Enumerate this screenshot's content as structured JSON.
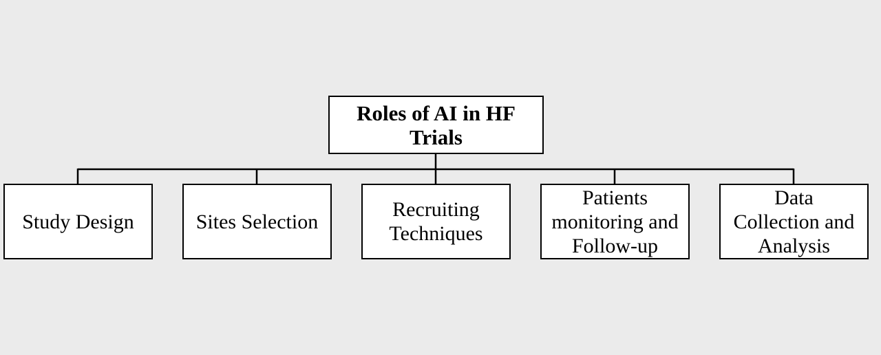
{
  "diagram": {
    "root": {
      "label": "Roles of AI in HF\nTrials"
    },
    "children": [
      {
        "label": "Study Design"
      },
      {
        "label": "Sites Selection"
      },
      {
        "label": "Recruiting\nTechniques"
      },
      {
        "label": "Patients\nmonitoring and\nFollow-up"
      },
      {
        "label": "Data\nCollection and\nAnalysis"
      }
    ]
  },
  "colors": {
    "background": "#ebebeb",
    "box_fill": "#ffffff",
    "line": "#000000"
  }
}
